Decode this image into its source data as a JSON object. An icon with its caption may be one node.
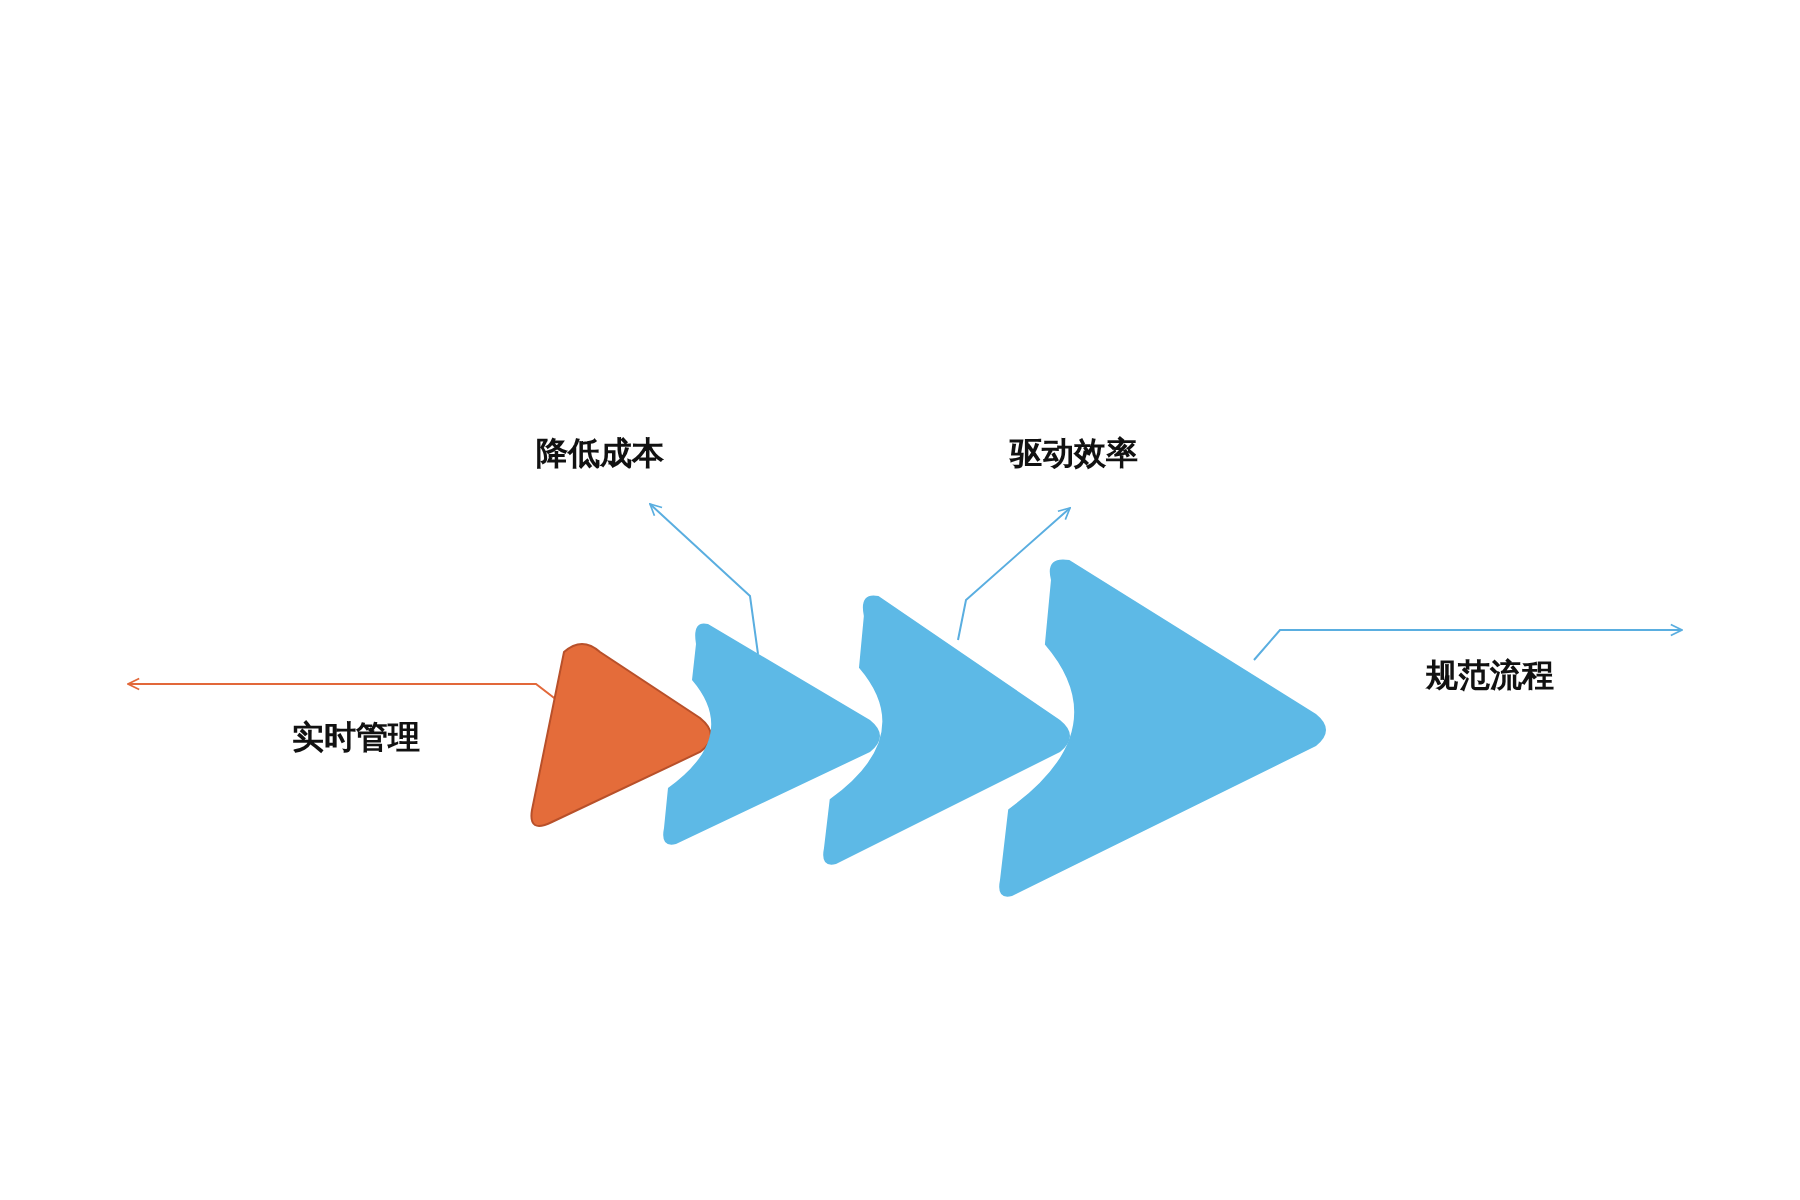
{
  "diagram": {
    "nodes": [
      {
        "text": [],
        "shape": "triangle"
      },
      {
        "text": [],
        "shape": "chevron"
      },
      {
        "text": [],
        "shape": "chevron"
      },
      {
        "text": [],
        "shape": "chevron"
      },
      {
        "text": [
          "降低成本"
        ]
      },
      {
        "text": [
          "驱动效率"
        ]
      }
    ],
    "labels": [
      "实时管理",
      "规范流程"
    ],
    "edges": [
      {
        "from": 0,
        "to": null,
        "arrow": "to",
        "color": "#e2683a"
      },
      {
        "from": 1,
        "to": 4,
        "arrow": "to"
      },
      {
        "from": 2,
        "to": 5,
        "arrow": "to"
      },
      {
        "from": 3,
        "to": null,
        "arrow": "to"
      }
    ]
  }
}
